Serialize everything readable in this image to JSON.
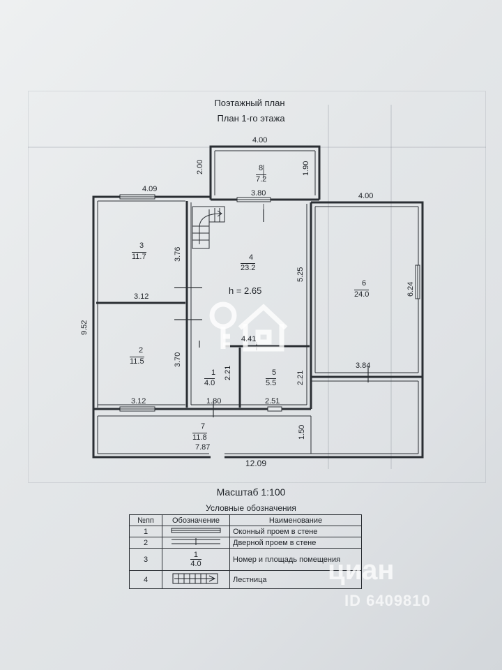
{
  "header": {
    "title": "Поэтажный план",
    "subtitle": "План 1-го этажа"
  },
  "rooms": [
    {
      "id": "1",
      "number": "1",
      "area": "4.0"
    },
    {
      "id": "2",
      "number": "2",
      "area": "11.5"
    },
    {
      "id": "3",
      "number": "3",
      "area": "11.7"
    },
    {
      "id": "4",
      "number": "4",
      "area": "23.2"
    },
    {
      "id": "5",
      "number": "5",
      "area": "5.5"
    },
    {
      "id": "6",
      "number": "6",
      "area": "24.0"
    },
    {
      "id": "7",
      "number": "7",
      "area": "11.8"
    },
    {
      "id": "8",
      "number": "8",
      "area": "7.2"
    }
  ],
  "ceiling_height": "h = 2.65",
  "dimensions": {
    "top_room8": "4.00",
    "left_room8": "2.00",
    "right_room8": "1.90",
    "top_left": "4.09",
    "room4_top": "3.80",
    "top_right": "4.00",
    "room3_right": "3.76",
    "room4_right": "5.25",
    "room6_right": "6.24",
    "room3_bottom": "3.12",
    "overall_left": "9.52",
    "room2_right": "3.70",
    "room5_top": "4.41",
    "room1_height": "2.21",
    "room5_height": "2.21",
    "room6_bottom": "3.84",
    "room2_bottom": "3.12",
    "room1_bottom": "1.80",
    "room5_bottom": "2.51",
    "room7_right": "1.50",
    "room7_width": "7.87",
    "overall_bottom": "12.09"
  },
  "scale_text": "Масштаб 1:100",
  "legend": {
    "title": "Условные обозначения",
    "headers": [
      "№пп",
      "Обозначение",
      "Наименование"
    ],
    "rows": [
      {
        "n": "1",
        "name": "Оконный проем в стене",
        "symbol": "window"
      },
      {
        "n": "2",
        "name": "Дверной проем в стене",
        "symbol": "door"
      },
      {
        "n": "3",
        "name": "Номер и площадь помещения",
        "symbol": "fraction",
        "sample_num": "1",
        "sample_area": "4.0"
      },
      {
        "n": "4",
        "name": "Лестница",
        "symbol": "stairs"
      }
    ]
  },
  "watermark": {
    "brand": "циан",
    "id": "ID 6409810"
  },
  "colors": {
    "ink": "#1e2227",
    "paper": "#e6e9eb"
  }
}
